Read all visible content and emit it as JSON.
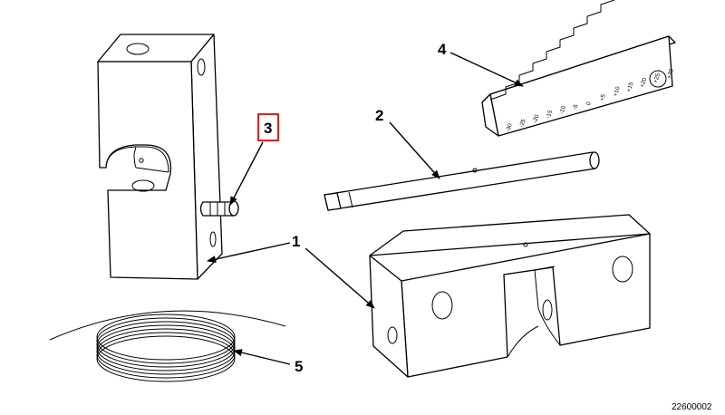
{
  "callouts": {
    "c1": "1",
    "c2": "2",
    "c3": "3",
    "c4": "4",
    "c5": "5"
  },
  "highlight_color": "#e0201f",
  "scale_marks": [
    "-30",
    "-25",
    "-20",
    "-15",
    "-10",
    "-5",
    "0",
    "+5",
    "+10",
    "+15",
    "+20",
    "+25",
    "+30"
  ],
  "figure_number": "22600002"
}
